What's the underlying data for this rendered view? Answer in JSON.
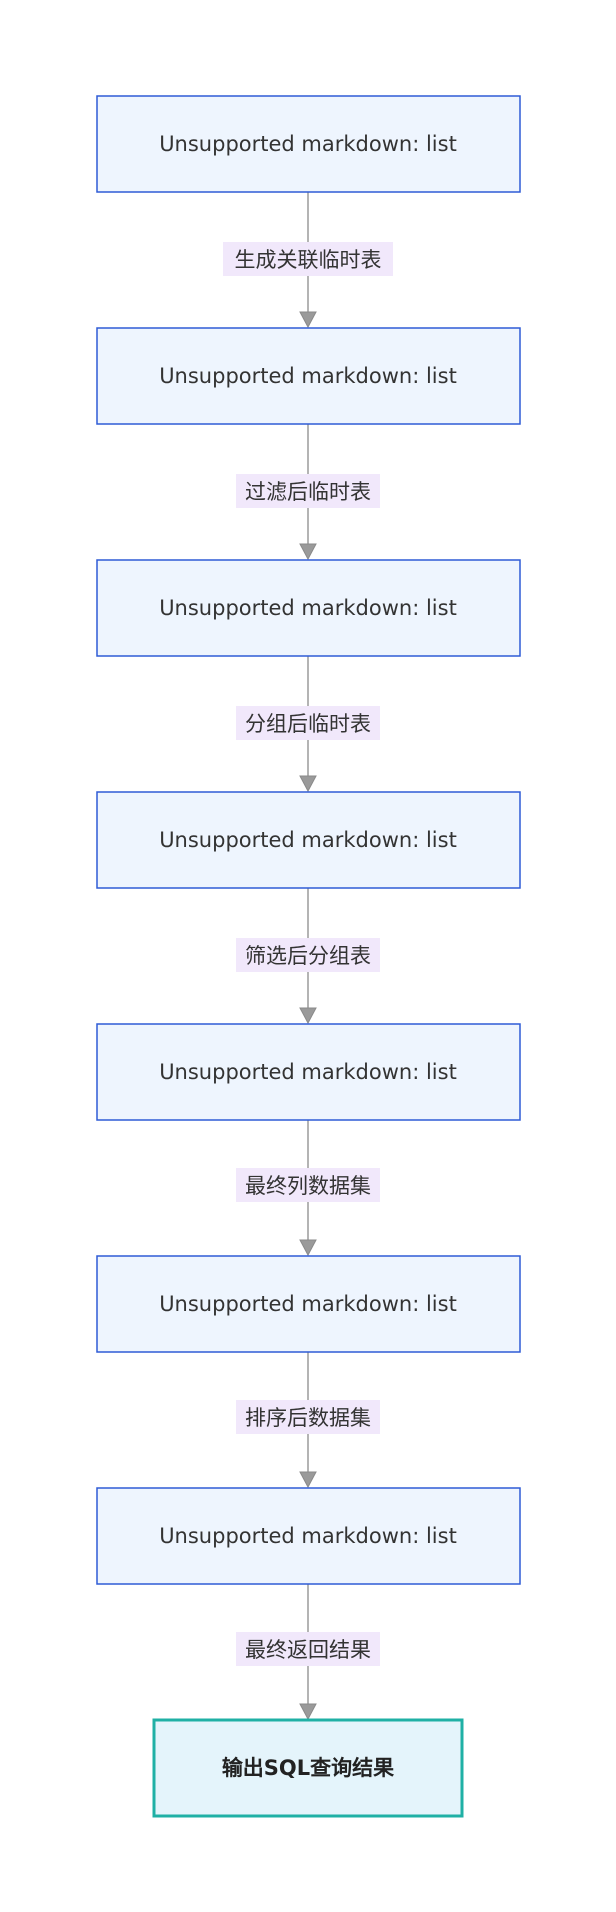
{
  "nodes": [
    {
      "text": "Unsupported markdown: list"
    },
    {
      "text": "Unsupported markdown: list"
    },
    {
      "text": "Unsupported markdown: list"
    },
    {
      "text": "Unsupported markdown: list"
    },
    {
      "text": "Unsupported markdown: list"
    },
    {
      "text": "Unsupported markdown: list"
    },
    {
      "text": "Unsupported markdown: list"
    }
  ],
  "final_node": {
    "text": "输出SQL查询结果"
  },
  "edges": [
    {
      "label": "生成关联临时表"
    },
    {
      "label": "过滤后临时表"
    },
    {
      "label": "分组后临时表"
    },
    {
      "label": "筛选后分组表"
    },
    {
      "label": "最终列数据集"
    },
    {
      "label": "排序后数据集"
    },
    {
      "label": "最终返回结果"
    }
  ],
  "colors": {
    "node_fill": "#eef5fe",
    "node_border": "#2f5bd6",
    "final_fill": "#e4f4fb",
    "final_border": "#1fb0a5",
    "edge": "#9a9a9a",
    "label_background": "#f1e8fb"
  }
}
